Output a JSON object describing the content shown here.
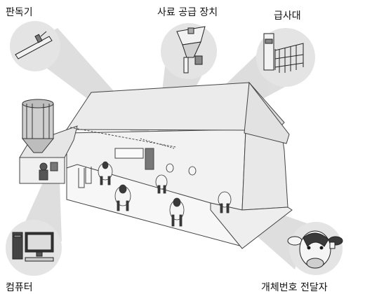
{
  "labels": {
    "reader": "판독기",
    "feeder_device": "사료 공급 장치",
    "feed_stall": "급사대",
    "computer": "컴퓨터",
    "transmitter": "개체번호 전달자"
  },
  "colors": {
    "beam": "#d8d8d8",
    "circle": "#e4e4e4",
    "roof": "#ebebeb",
    "wall_front": "#f7f7f7",
    "wall_side": "#e8e8e8",
    "floor": "#f2f2f2",
    "stroke": "#444444",
    "cow_dark": "#3a3a3a",
    "cow_light": "#f5f5f5"
  },
  "icons": [
    "reader-icon",
    "feeder-device-icon",
    "feed-stall-icon",
    "computer-icon",
    "cow-head-icon",
    "silo-icon",
    "cow-icon"
  ]
}
